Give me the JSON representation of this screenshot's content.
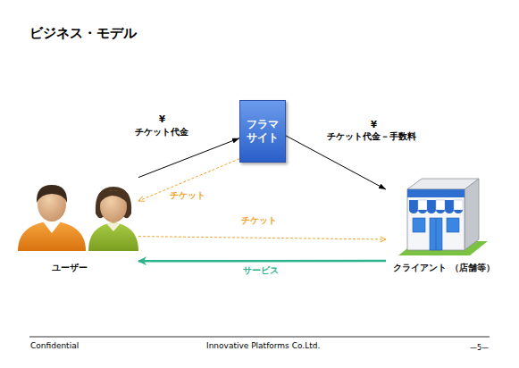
{
  "diagram": {
    "title": "ビジネス・モデル",
    "nodes": [
      {
        "text": [
          "ユーザー"
        ]
      },
      {
        "text": [
          "フラマ サイト"
        ]
      },
      {
        "text": [
          "クライアント （店舗等）"
        ]
      }
    ],
    "edges": [
      {
        "from": 0,
        "to": 1,
        "label": "チケット代金",
        "arrow": "to"
      },
      {
        "from": 1,
        "to": 0,
        "label": "チケット",
        "arrow": "to"
      },
      {
        "from": 1,
        "to": 2,
        "label": "チケット代金－手数料",
        "arrow": "to"
      },
      {
        "from": 0,
        "to": 2,
        "label": "チケット",
        "arrow": "to"
      },
      {
        "from": 2,
        "to": 0,
        "label": "サービス",
        "arrow": "to"
      }
    ],
    "labels": [
      "¥",
      "¥",
      "Confidential",
      "Innovative Platforms Co.Ltd.",
      "—5—"
    ]
  }
}
